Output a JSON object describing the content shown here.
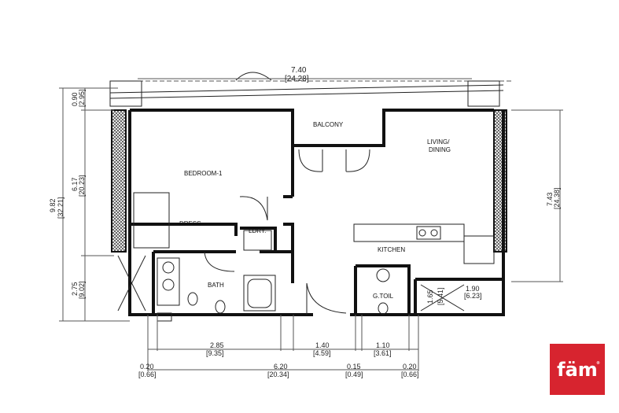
{
  "rooms": {
    "balcony": "BALCONY",
    "living_line1": "LIVING/",
    "living_line2": "DINING",
    "bedroom": "BEDROOM-1",
    "dress": "DRESS",
    "laundry": "LDRY.",
    "kitchen": "KITCHEN",
    "bath": "BATH",
    "guest_toilet": "G.TOIL"
  },
  "dimensions": {
    "top_width": {
      "m": "7.40",
      "ft": "[24.28]"
    },
    "left_total": {
      "m": "9.82",
      "ft": "[32.21]"
    },
    "left_balcony": {
      "m": "0.90",
      "ft": "[2.95]"
    },
    "left_main": {
      "m": "6.17",
      "ft": "[20.23]"
    },
    "left_bottom": {
      "m": "2.75",
      "ft": "[9.02]"
    },
    "right_height": {
      "m": "7.43",
      "ft": "[24.38]"
    },
    "store_height": {
      "m": "1.65",
      "ft": "[5.41]"
    },
    "store_width": {
      "m": "1.90",
      "ft": "[6.23]"
    },
    "bottom_row1": [
      {
        "m": "2.85",
        "ft": "[9.35]"
      },
      {
        "m": "1.40",
        "ft": "[4.59]"
      },
      {
        "m": "1.10",
        "ft": "[3.61]"
      }
    ],
    "bottom_row2": [
      {
        "m": "0.20",
        "ft": "[0.66]"
      },
      {
        "m": "6.20",
        "ft": "[20.34]"
      },
      {
        "m": "0.15",
        "ft": "[0.49]"
      },
      {
        "m": "0.20",
        "ft": "[0.66]"
      }
    ]
  },
  "logo": {
    "text": "fäm",
    "reg": "®"
  },
  "colors": {
    "brand": "#d7242f"
  }
}
